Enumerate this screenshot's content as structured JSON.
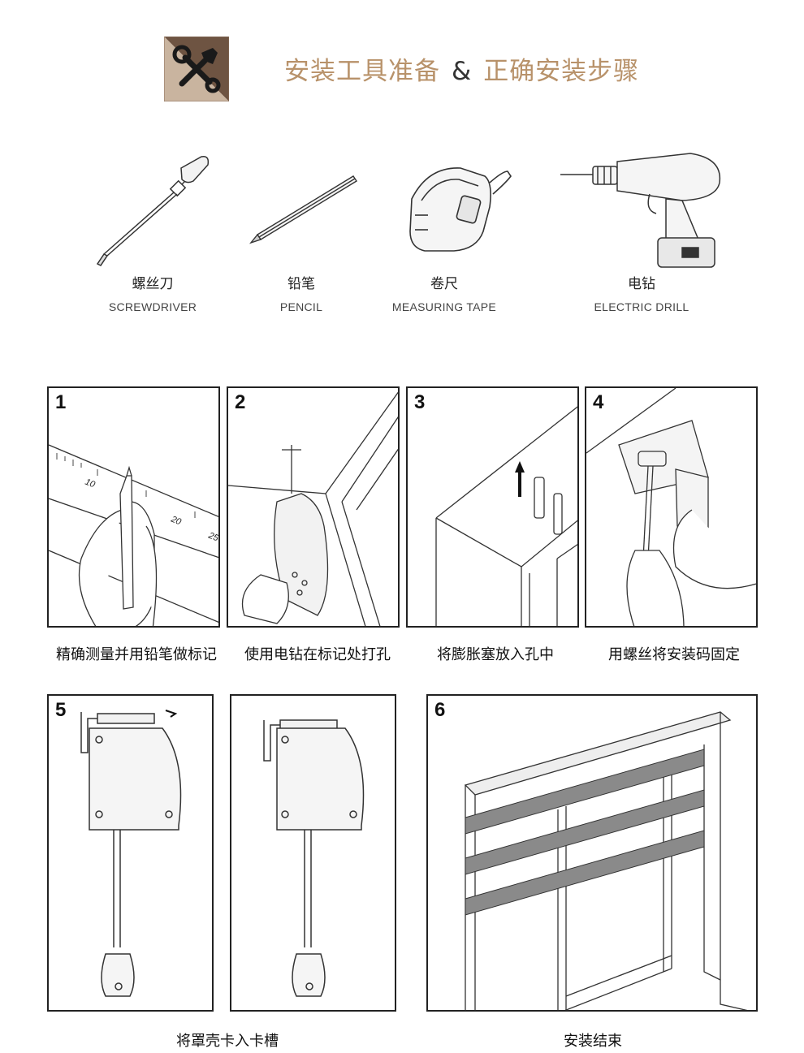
{
  "header": {
    "title_part1": "安装工具准备",
    "ampersand": "&",
    "title_part2": "正确安装步骤",
    "icon": "tools-icon",
    "accent_color": "#b8926a"
  },
  "tools": [
    {
      "name_cn": "螺丝刀",
      "name_en": "SCREWDRIVER",
      "icon": "screwdriver-icon"
    },
    {
      "name_cn": "铅笔",
      "name_en": "PENCIL",
      "icon": "pencil-icon"
    },
    {
      "name_cn": "卷尺",
      "name_en": "MEASURING TAPE",
      "icon": "measuring-tape-icon"
    },
    {
      "name_cn": "电钻",
      "name_en": "ELECTRIC DRILL",
      "icon": "electric-drill-icon"
    }
  ],
  "steps": [
    {
      "number": "1",
      "caption": "精确测量并用铅笔做标记"
    },
    {
      "number": "2",
      "caption": "使用电钻在标记处打孔"
    },
    {
      "number": "3",
      "caption": "将膨胀塞放入孔中"
    },
    {
      "number": "4",
      "caption": "用螺丝将安装码固定"
    },
    {
      "number": "5",
      "caption": "将罩壳卡入卡槽"
    },
    {
      "number": "6",
      "caption": "安装结束"
    }
  ],
  "ruler_marks": [
    "10",
    "20",
    "25"
  ]
}
